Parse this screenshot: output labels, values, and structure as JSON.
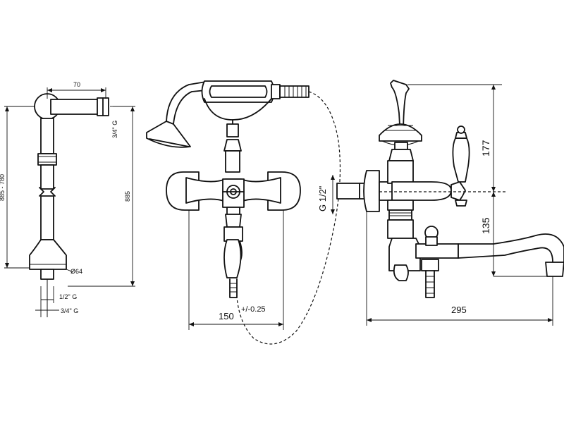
{
  "dimensions": {
    "side_view": {
      "top_width": "70",
      "top_thread": "3/4\" G",
      "height_range": "885 - 780",
      "total_height": "885",
      "base_diameter": "Ø64",
      "inlet_thread": "1/2\" G",
      "outer_thread": "3/4\" G"
    },
    "front_view": {
      "center_distance": "150",
      "tolerance": "+/-0.25"
    },
    "profile_view": {
      "inlet": "G 1/2\"",
      "upper_height": "177",
      "lower_height": "135",
      "spout_projection": "295"
    }
  },
  "colors": {
    "line": "#111111",
    "background": "#ffffff"
  }
}
